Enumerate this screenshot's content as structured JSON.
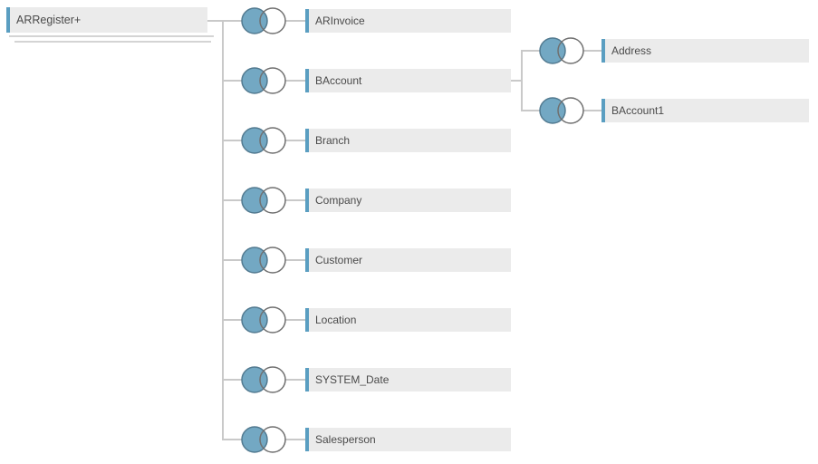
{
  "diagram": {
    "type": "tableau-join-tree",
    "root": {
      "label": "ARRegister+",
      "is_union": true
    },
    "tables": [
      {
        "label": "ARInvoice",
        "join_type": "left"
      },
      {
        "label": "BAccount",
        "join_type": "left"
      },
      {
        "label": "Branch",
        "join_type": "left"
      },
      {
        "label": "Company",
        "join_type": "left"
      },
      {
        "label": "Customer",
        "join_type": "left"
      },
      {
        "label": "Location",
        "join_type": "left"
      },
      {
        "label": "SYSTEM_Date",
        "join_type": "left"
      },
      {
        "label": "Salesperson",
        "join_type": "left"
      }
    ],
    "baccount_children": [
      {
        "label": "Address",
        "join_type": "left"
      },
      {
        "label": "BAccount1",
        "join_type": "left"
      }
    ],
    "colors": {
      "node_background": "#EBEBEB",
      "accent_blue": "#5A9EC1",
      "venn_fill_blue": "#73A8C3",
      "venn_left_stroke": "#527A90",
      "venn_right_stroke": "#707070",
      "connector_gray": "#C9C9C9",
      "text_gray": "#4A4A4A"
    }
  }
}
